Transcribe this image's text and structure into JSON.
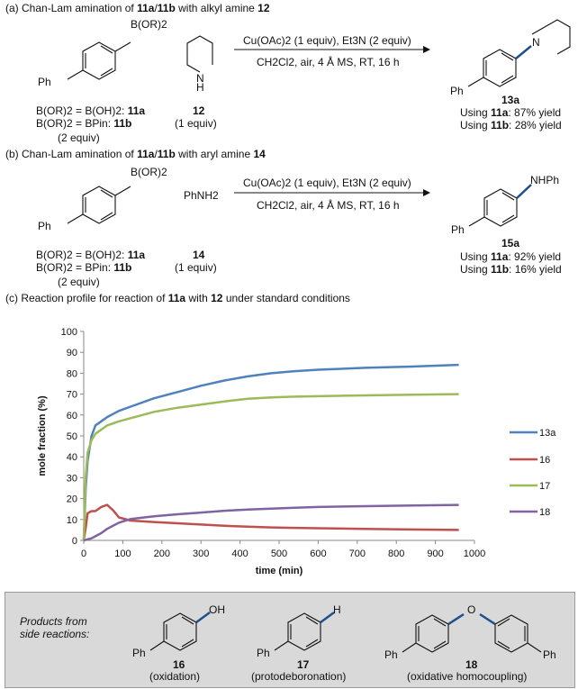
{
  "sections": {
    "a": {
      "title_pre": "(a) Chan-Lam amination of ",
      "sub1": "11a",
      "slash": "/",
      "sub2": "11b",
      "title_mid": " with alkyl amine ",
      "amine": "12",
      "reagent_label": "B(OR)2",
      "ph": "Ph",
      "nh": "N",
      "nh_h": "H",
      "cond_top": "Cu(OAc)2 (1 equiv), Et3N (2 equiv)",
      "cond_bottom": "CH2Cl2, air, 4 Å MS, RT, 16 h",
      "def1_pre": "B(OR)2 = B(OH)2: ",
      "def1_code": "11a",
      "def2_pre": "B(OR)2 = BPin: ",
      "def2_code": "11b",
      "equiv_boron": "(2 equiv)",
      "amine_code": "12",
      "amine_equiv": "(1 equiv)",
      "product_code": "13a",
      "product_n": "N",
      "yield1_pre": "Using ",
      "yield1_code": "11a",
      "yield1_post": ": 87% yield",
      "yield2_pre": "Using ",
      "yield2_code": "11b",
      "yield2_post": ": 28% yield"
    },
    "b": {
      "title_pre": "(b) Chan-Lam amination of ",
      "sub1": "11a",
      "slash": "/",
      "sub2": "11b",
      "title_mid": " with aryl amine ",
      "amine": "14",
      "reagent_label": "B(OR)2",
      "ph": "Ph",
      "amine_formula": "PhNH2",
      "cond_top": "Cu(OAc)2 (1 equiv), Et3N (2 equiv)",
      "cond_bottom": "CH2Cl2, air, 4 Å MS, RT, 16 h",
      "def1_pre": "B(OR)2 = B(OH)2: ",
      "def1_code": "11a",
      "def2_pre": "B(OR)2 = BPin: ",
      "def2_code": "11b",
      "equiv_boron": "(2 equiv)",
      "amine_code": "14",
      "amine_equiv": "(1 equiv)",
      "product_label": "NHPh",
      "product_code": "15a",
      "yield1_pre": "Using ",
      "yield1_code": "11a",
      "yield1_post": ": 92% yield",
      "yield2_pre": "Using ",
      "yield2_code": "11b",
      "yield2_post": ": 16% yield"
    },
    "c": {
      "title_pre": "(c) Reaction profile for reaction of ",
      "code1": "11a",
      "title_mid": " with ",
      "code2": "12",
      "title_post": " under standard conditions"
    }
  },
  "chart_data": {
    "type": "line",
    "xlabel": "time (min)",
    "ylabel": "mole fraction (%)",
    "xlim": [
      0,
      1000
    ],
    "ylim": [
      0,
      100
    ],
    "xticks": [
      0,
      100,
      200,
      300,
      400,
      500,
      600,
      700,
      800,
      900,
      1000
    ],
    "yticks": [
      0,
      10,
      20,
      30,
      40,
      50,
      60,
      70,
      80,
      90,
      100
    ],
    "grid": false,
    "legend_position": "right",
    "series": [
      {
        "name": "13a",
        "color": "#4f81bd",
        "x": [
          0,
          5,
          10,
          20,
          30,
          45,
          60,
          90,
          120,
          180,
          240,
          300,
          360,
          420,
          480,
          540,
          600,
          720,
          840,
          960
        ],
        "y": [
          0,
          25,
          38,
          50,
          55,
          57,
          59,
          62,
          64,
          68,
          71,
          74,
          76.5,
          78.5,
          80,
          81,
          81.7,
          82.6,
          83.2,
          84
        ]
      },
      {
        "name": "16",
        "color": "#c0504d",
        "x": [
          0,
          5,
          10,
          20,
          30,
          45,
          60,
          75,
          90,
          120,
          180,
          240,
          300,
          360,
          420,
          480,
          540,
          600,
          720,
          840,
          960
        ],
        "y": [
          0,
          6,
          13,
          14,
          14,
          16,
          17,
          14.5,
          11,
          9.5,
          8.8,
          8.2,
          7.6,
          7,
          6.6,
          6.2,
          6,
          5.8,
          5.5,
          5.2,
          5
        ]
      },
      {
        "name": "17",
        "color": "#9bbb59",
        "x": [
          0,
          5,
          10,
          20,
          30,
          45,
          60,
          90,
          120,
          180,
          240,
          300,
          360,
          420,
          480,
          540,
          600,
          720,
          840,
          960
        ],
        "y": [
          0,
          30,
          42,
          48,
          51,
          53,
          55,
          57,
          58.5,
          61.5,
          63.5,
          65,
          66.5,
          67.8,
          68.4,
          68.8,
          69,
          69.4,
          69.7,
          70
        ]
      },
      {
        "name": "18",
        "color": "#8064a2",
        "x": [
          0,
          10,
          20,
          30,
          45,
          60,
          90,
          120,
          180,
          240,
          300,
          360,
          420,
          480,
          540,
          600,
          720,
          840,
          960
        ],
        "y": [
          0,
          0.5,
          1,
          2,
          3.5,
          5.5,
          8.5,
          10.2,
          11.5,
          12.5,
          13.3,
          14.2,
          14.8,
          15.2,
          15.6,
          16,
          16.4,
          16.7,
          17
        ]
      }
    ]
  },
  "side_products": {
    "heading_line1": "Products from",
    "heading_line2": "side reactions:",
    "items": [
      {
        "code": "16",
        "desc": "(oxidation)",
        "ph": "Ph",
        "group": "OH"
      },
      {
        "code": "17",
        "desc": "(protodeboronation)",
        "ph": "Ph",
        "group": "H"
      },
      {
        "code": "18",
        "desc": "(oxidative homocoupling)",
        "ph": "Ph",
        "ph2": "Ph",
        "group": "O"
      }
    ]
  },
  "colors": {
    "accent_bond": "#1f4e8c",
    "panel_bg": "#d9d9d9"
  }
}
